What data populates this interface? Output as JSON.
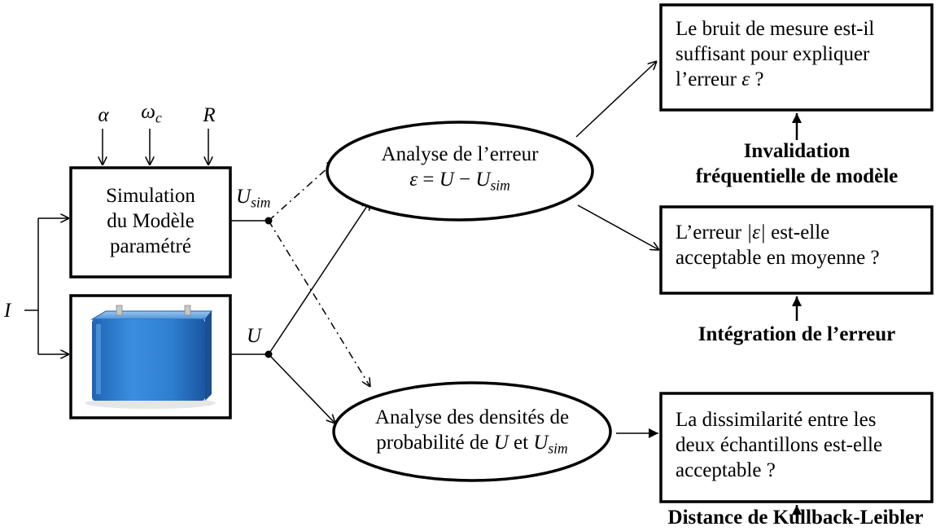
{
  "params": {
    "alpha": "α",
    "omega": "ω",
    "omega_sub": "c",
    "r": "R"
  },
  "simulation": {
    "lines": [
      "Simulation",
      "du Modèle",
      "paramétré"
    ]
  },
  "battery": {
    "icon": "battery-photo",
    "color": "#2f7fd0"
  },
  "signals": {
    "input": "I",
    "u_sim": "U",
    "u_sim_sub": "sim",
    "u": "U"
  },
  "error_analysis": {
    "line1": "Analyse de l’erreur",
    "eq_eps": "ε",
    "eq_eq": " = ",
    "eq_u": "U",
    "eq_minus": " − ",
    "eq_usim": "U",
    "eq_usim_sub": "sim"
  },
  "density_analysis": {
    "line1": "Analyse des densités de",
    "line2_prefix": "probabilité de ",
    "line2_u": "U",
    "line2_and": " et ",
    "line2_usim": "U",
    "line2_usim_sub": "sim"
  },
  "question1": {
    "line1": "Le bruit de mesure est-il",
    "line2": "suffisant pour expliquer",
    "line3_prefix": "l’erreur ",
    "line3_eps": "ε",
    "line3_suffix": " ?"
  },
  "question2": {
    "line1_prefix": "L’erreur ",
    "line1_abs": "|ε|",
    "line1_suffix": " est-elle",
    "line2": "acceptable en moyenne ?"
  },
  "question3": {
    "line1": "La dissimilarité entre les",
    "line2": "deux échantillons est-elle",
    "line3": "acceptable ?"
  },
  "methods": {
    "m1_line1": "Invalidation",
    "m1_line2": "fréquentielle de modèle",
    "m2": "Intégration de l’erreur",
    "m3": "Distance de Kullback-Leibler"
  }
}
